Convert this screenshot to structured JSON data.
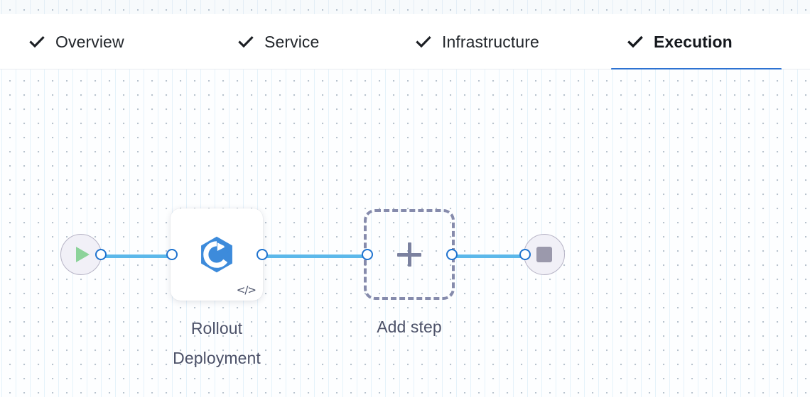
{
  "theme": {
    "accent_blue": "#2d72d2",
    "edge_blue": "#5cb8ea",
    "port_border_blue": "#1f73cf",
    "node_icon_blue": "#3d8bdb",
    "label_gray": "#4c5168",
    "dashed_border_gray": "#868bac",
    "terminal_fill": "#f1f0f7",
    "terminal_border": "#b7b4c6",
    "play_green": "#8cd39a",
    "stop_gray": "#9b99ac",
    "canvas_bg": "#fdfeff"
  },
  "tabs": [
    {
      "label": "Overview",
      "icon": "check-icon",
      "completed": true,
      "active": false
    },
    {
      "label": "Service",
      "icon": "check-icon",
      "completed": true,
      "active": false
    },
    {
      "label": "Infrastructure",
      "icon": "check-icon",
      "completed": true,
      "active": false
    },
    {
      "label": "Execution",
      "icon": "check-icon",
      "completed": true,
      "active": true
    }
  ],
  "canvas": {
    "nodes": [
      {
        "id": "start",
        "type": "terminal-start",
        "icon": "play-icon",
        "label": ""
      },
      {
        "id": "rollout-deployment",
        "type": "step",
        "icon": "rollout-deployment-icon",
        "badge_icon": "code-icon",
        "badge_glyph": "</>",
        "label": "Rollout\nDeployment"
      },
      {
        "id": "add-step",
        "type": "placeholder",
        "icon": "plus-icon",
        "label": "Add step"
      },
      {
        "id": "end",
        "type": "terminal-end",
        "icon": "stop-icon",
        "label": ""
      }
    ],
    "edges": [
      {
        "from": "start",
        "to": "rollout-deployment"
      },
      {
        "from": "rollout-deployment",
        "to": "add-step"
      },
      {
        "from": "add-step",
        "to": "end"
      }
    ]
  }
}
